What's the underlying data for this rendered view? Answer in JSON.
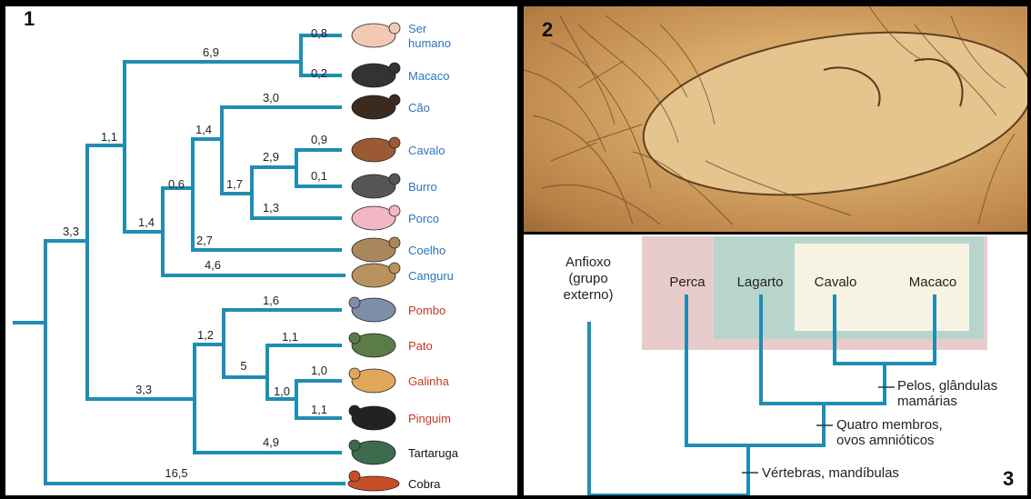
{
  "panel1": {
    "number": "1",
    "branch_labels": [
      "0,8",
      "0,2",
      "6,9",
      "3,0",
      "0,9",
      "0,1",
      "2,9",
      "1,3",
      "1,4",
      "1,7",
      "0,6",
      "1,1",
      "2,7",
      "1,4",
      "4,6",
      "3,3",
      "1,6",
      "1,1",
      "1,0",
      "1,1",
      "1,0",
      "5",
      "1,2",
      "4,9",
      "3,3",
      "16,5"
    ],
    "taxa": [
      {
        "name": "Ser\nhumano",
        "color": "#2b75b8",
        "icon": "human-icon"
      },
      {
        "name": "Macaco",
        "color": "#2b75b8",
        "icon": "monkey-icon"
      },
      {
        "name": "Cão",
        "color": "#2b75b8",
        "icon": "dog-icon"
      },
      {
        "name": "Cavalo",
        "color": "#2b75b8",
        "icon": "horse-icon"
      },
      {
        "name": "Burro",
        "color": "#2b75b8",
        "icon": "donkey-icon"
      },
      {
        "name": "Porco",
        "color": "#2b75b8",
        "icon": "pig-icon"
      },
      {
        "name": "Coelho",
        "color": "#2b75b8",
        "icon": "rabbit-icon"
      },
      {
        "name": "Canguru",
        "color": "#2b75b8",
        "icon": "kangaroo-icon"
      },
      {
        "name": "Pombo",
        "color": "#c0392b",
        "icon": "pigeon-icon"
      },
      {
        "name": "Pato",
        "color": "#c0392b",
        "icon": "duck-icon"
      },
      {
        "name": "Galinha",
        "color": "#c0392b",
        "icon": "chicken-icon"
      },
      {
        "name": "Pinguim",
        "color": "#c0392b",
        "icon": "penguin-icon"
      },
      {
        "name": "Tartaruga",
        "color": "#111111",
        "icon": "turtle-icon"
      },
      {
        "name": "Cobra",
        "color": "#111111",
        "icon": "snake-icon"
      }
    ],
    "tree_color": "#1f8db3"
  },
  "panel2": {
    "number": "2",
    "icon": "embryo-membrane-photo"
  },
  "panel3": {
    "number": "3",
    "taxa": [
      "Anfioxo\n(grupo\nexterno)",
      "Perca",
      "Lagarto",
      "Cavalo",
      "Macaco"
    ],
    "characters": [
      "Pelos, glândulas\nmamárias",
      "Quatro membros,\novos amnióticos",
      "Vértebras, mandíbulas"
    ],
    "colors": {
      "outer": "#e4c6c6",
      "middle": "#b6d4cc",
      "inner": "#f6f2e0",
      "tree": "#1f8db3"
    }
  }
}
